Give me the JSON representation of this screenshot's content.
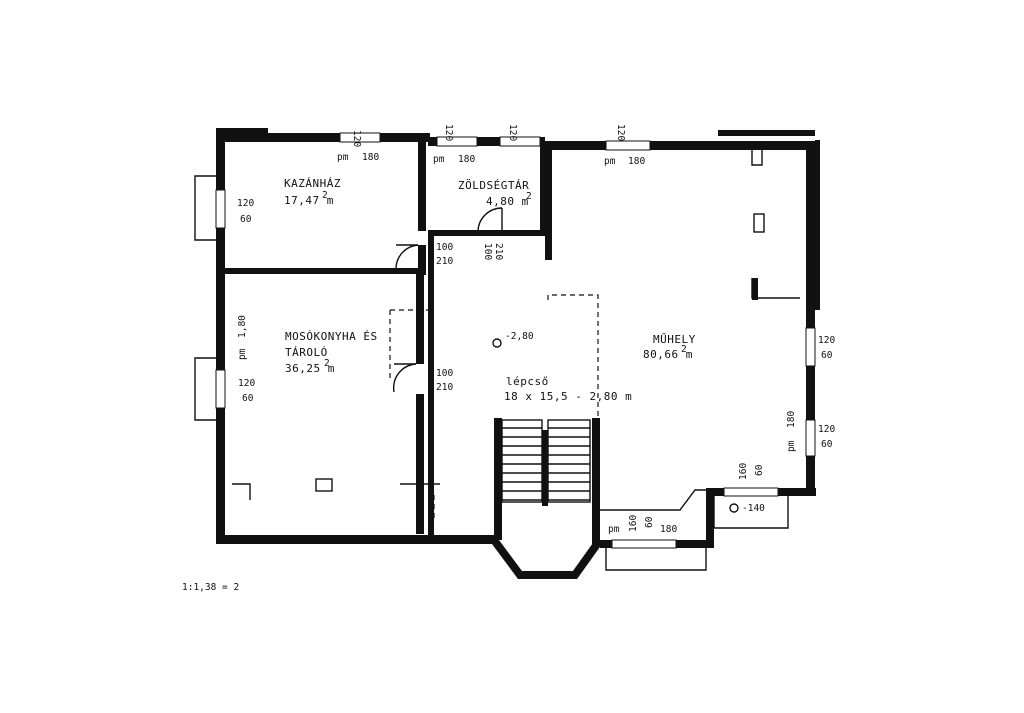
{
  "rooms": {
    "kazanhaz": {
      "name": "KAZÁNHÁZ",
      "area_value": "17,47 m",
      "area_exp": "2"
    },
    "zoldsegtar": {
      "name": "ZÖLDSÉGTÁR",
      "area_value": "4,80 m",
      "area_exp": "2"
    },
    "moso": {
      "name_line1": "MOSÓKONYHA ÉS",
      "name_line2": "TÁROLÓ",
      "area_value": "36,25 m",
      "area_exp": "2"
    },
    "muhely": {
      "name": "MŰHELY",
      "area_value": "80,66 m",
      "area_exp": "2"
    },
    "lepcso": {
      "name": "lépcső",
      "spec": "18 x 15,5 - 2,80 m"
    }
  },
  "levels": {
    "center": "-2,80",
    "annex": "-140"
  },
  "windows": {
    "top_1": {
      "pm": "pm",
      "w": "180",
      "h": "120"
    },
    "top_2": {
      "pm": "pm",
      "w": "180",
      "h": "120"
    },
    "top_3": {
      "h1": "120",
      "h2": "120"
    },
    "top_4": {
      "pm": "pm",
      "w": "180",
      "h": "120"
    },
    "left_1": {
      "w": "120",
      "h": "60"
    },
    "left_2": {
      "pm": "pm",
      "pm_val": "1,80",
      "w": "120",
      "h": "60"
    },
    "right_1": {
      "w": "120",
      "h": "60"
    },
    "right_2": {
      "pm": "pm",
      "pm_val": "180",
      "w": "120",
      "h": "60"
    },
    "right_3": {
      "w": "160",
      "h": "60"
    },
    "bottom_1": {
      "pm": "pm",
      "w": "160",
      "h": "60",
      "w2": "180"
    }
  },
  "doors": {
    "d1": {
      "w": "100",
      "h": "210"
    },
    "d2": {
      "w": "100",
      "h": "210"
    },
    "d3": {
      "w": "100",
      "h": "210"
    }
  },
  "note": "1:1,38 = 2"
}
